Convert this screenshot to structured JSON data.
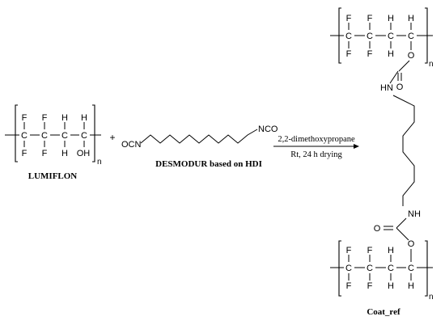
{
  "atoms": {
    "C": "C",
    "F": "F",
    "H": "H",
    "O": "O",
    "OH": "OH",
    "HN": "HN",
    "NH": "NH",
    "OCN": "OCN",
    "NCO": "NCO",
    "n": "n",
    "plus": "+"
  },
  "labels": {
    "lumiflon": "LUMIFLON",
    "desmodur": "DESMODUR based on HDI",
    "product": "Coat_ref"
  },
  "conditions": {
    "reagent": "2,2-dimethoxypropane",
    "time": "Rt, 24 h drying"
  },
  "colors": {
    "ink": "#000000",
    "background": "#ffffff"
  }
}
